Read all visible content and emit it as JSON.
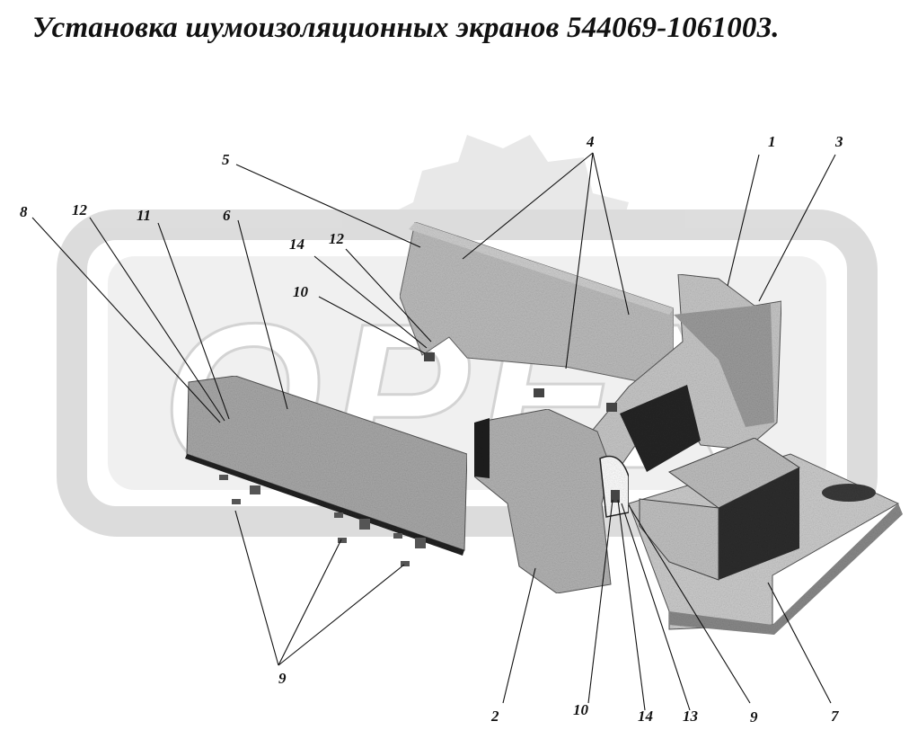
{
  "title": "Установка шумоизоляционных экранов 544069-1061003.",
  "callouts": [
    {
      "id": "c1",
      "text": "1"
    },
    {
      "id": "c2",
      "text": "2"
    },
    {
      "id": "c3",
      "text": "3"
    },
    {
      "id": "c4",
      "text": "4"
    },
    {
      "id": "c5",
      "text": "5"
    },
    {
      "id": "c6",
      "text": "6"
    },
    {
      "id": "c7",
      "text": "7"
    },
    {
      "id": "c8",
      "text": "8"
    },
    {
      "id": "c9a",
      "text": "9"
    },
    {
      "id": "c9b",
      "text": "9"
    },
    {
      "id": "c10a",
      "text": "10"
    },
    {
      "id": "c10b",
      "text": "10"
    },
    {
      "id": "c11",
      "text": "11"
    },
    {
      "id": "c12a",
      "text": "12"
    },
    {
      "id": "c12b",
      "text": "12"
    },
    {
      "id": "c13",
      "text": "13"
    },
    {
      "id": "c14a",
      "text": "14"
    },
    {
      "id": "c14b",
      "text": "14"
    }
  ],
  "watermark_text": "OPEX"
}
